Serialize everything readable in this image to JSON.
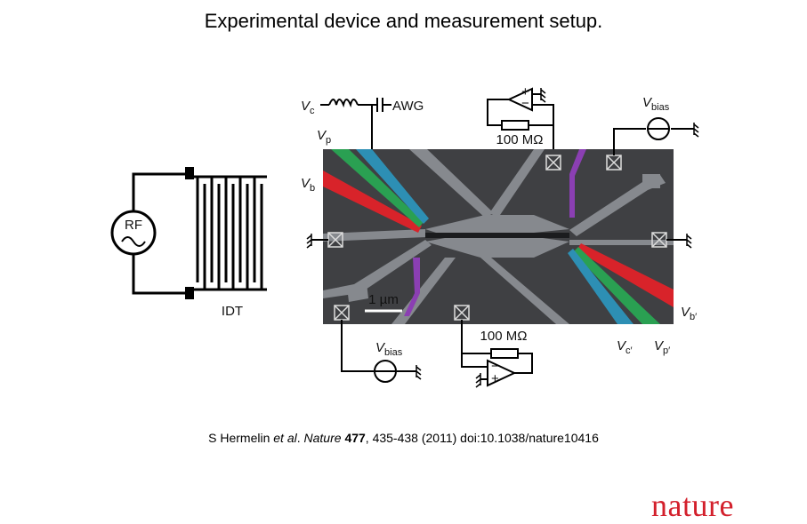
{
  "title": "Experimental device and measurement setup.",
  "labels": {
    "rf": "RF",
    "idt": "IDT",
    "awg": "AWG",
    "vc_sym": "V",
    "vc_sub": "c",
    "vp_sym": "V",
    "vp_sub": "p",
    "vb_sym": "V",
    "vb_sub": "b",
    "vbias_top_sym": "V",
    "vbias_top_sub": "bias",
    "vbias_bottom_sym": "V",
    "vbias_bottom_sub": "bias",
    "res_top": "100 MΩ",
    "res_bottom": "100 MΩ",
    "scale": "1 µm",
    "vbp_sym": "V",
    "vbp_sub": "b′",
    "vcp_sym": "V",
    "vcp_sub": "c′",
    "vpp_sym": "V",
    "vpp_sub": "p′",
    "opamp_plus": "+",
    "opamp_minus": "−"
  },
  "citation": {
    "authors": "S Hermelin ",
    "etal": "et al",
    "dot": ". ",
    "journal": "Nature",
    "space": " ",
    "volume": "477",
    "rest": ", 435-438 (2011) doi:10.1038/nature10416"
  },
  "logo": "nature",
  "colors": {
    "gate_red": "#d8232a",
    "gate_green": "#2aa052",
    "gate_blue": "#2d8fb4",
    "gate_purple": "#8b3fb3",
    "sample": "#3f4043",
    "logo": "#d3202c"
  }
}
